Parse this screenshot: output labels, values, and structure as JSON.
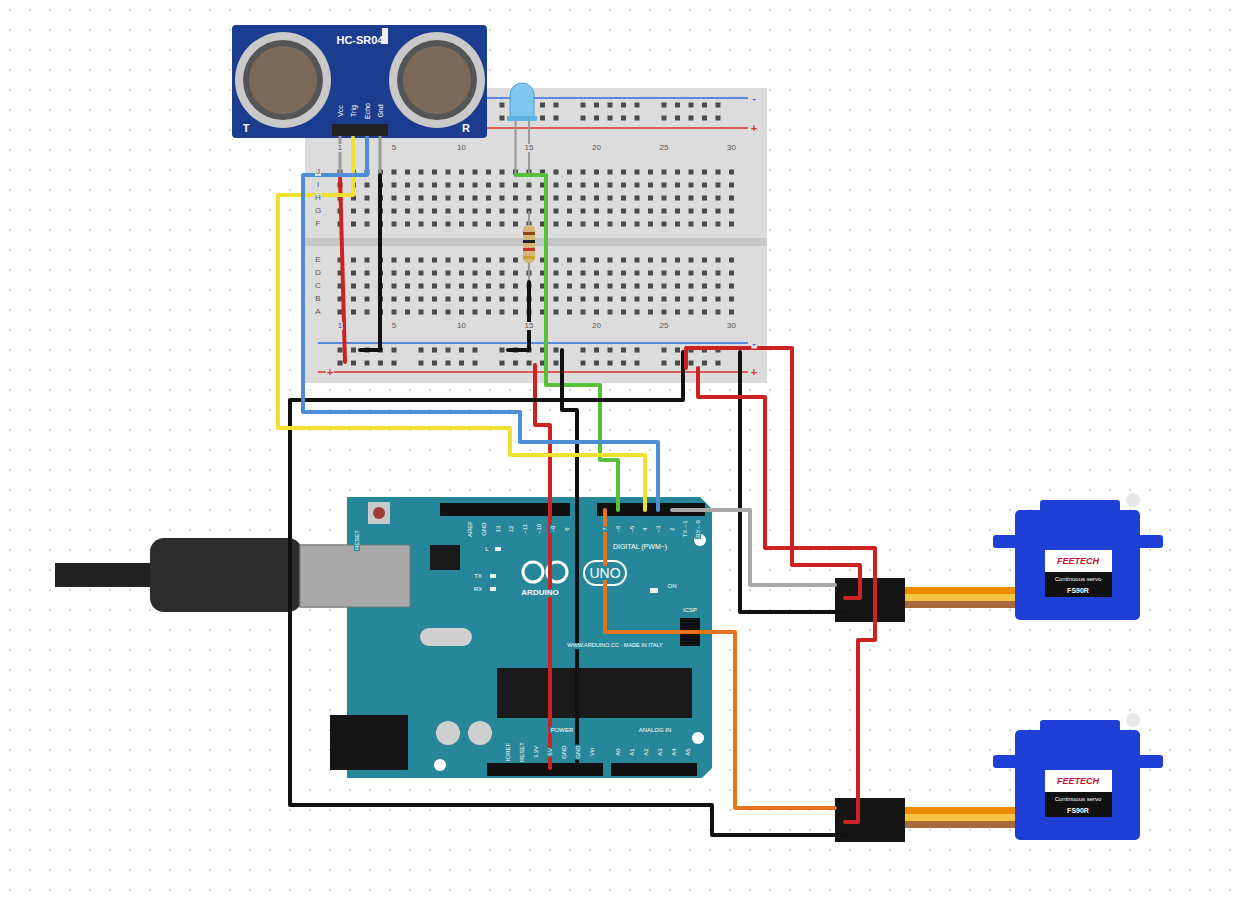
{
  "diagram": {
    "nodes": [
      {
        "text": [
          "HC-SR04",
          "T",
          "R",
          "Vcc",
          "Trig",
          "Echo",
          "Gnd"
        ]
      },
      {
        "text": [
          "DIGITAL (PWM~)",
          "ARDUINO",
          "UNO",
          "ANALOG IN",
          "POWER",
          "WWW.ARDUINO.CC - MADE IN ITALY",
          "ON",
          "ICSP",
          "TX",
          "RX",
          "L",
          "AREF",
          "GND",
          "13",
          "12",
          "~11",
          "~10",
          "~9",
          "8",
          "7",
          "~6",
          "~5",
          "4",
          "~3",
          "2",
          "TX→1",
          "RX←0",
          "IOREF",
          "RESET",
          "3.3V",
          "5V",
          "GND",
          "GND",
          "Vin",
          "A0",
          "A1",
          "A2",
          "A3",
          "A4",
          "A5",
          "RESET"
        ]
      },
      {
        "text": [
          "FEETECH",
          "Continuous servo",
          "FS90R"
        ]
      },
      {
        "text": [
          "FEETECH",
          "Continuous servo",
          "FS90R"
        ]
      }
    ],
    "edges": [
      {
        "from": 0,
        "to": 1,
        "arrow": "none"
      },
      {
        "from": 0,
        "to": 1,
        "arrow": "none"
      },
      {
        "from": 1,
        "to": 2,
        "arrow": "none"
      },
      {
        "from": 1,
        "to": 3,
        "arrow": "none"
      }
    ],
    "labels": [
      "1",
      "5",
      "10",
      "15",
      "20",
      "25",
      "30",
      "1",
      "5",
      "10",
      "15",
      "20",
      "25",
      "30",
      "J",
      "I",
      "H",
      "G",
      "F",
      "E",
      "D",
      "C",
      "B",
      "A",
      "-",
      "+",
      "-",
      "+",
      "+"
    ]
  }
}
